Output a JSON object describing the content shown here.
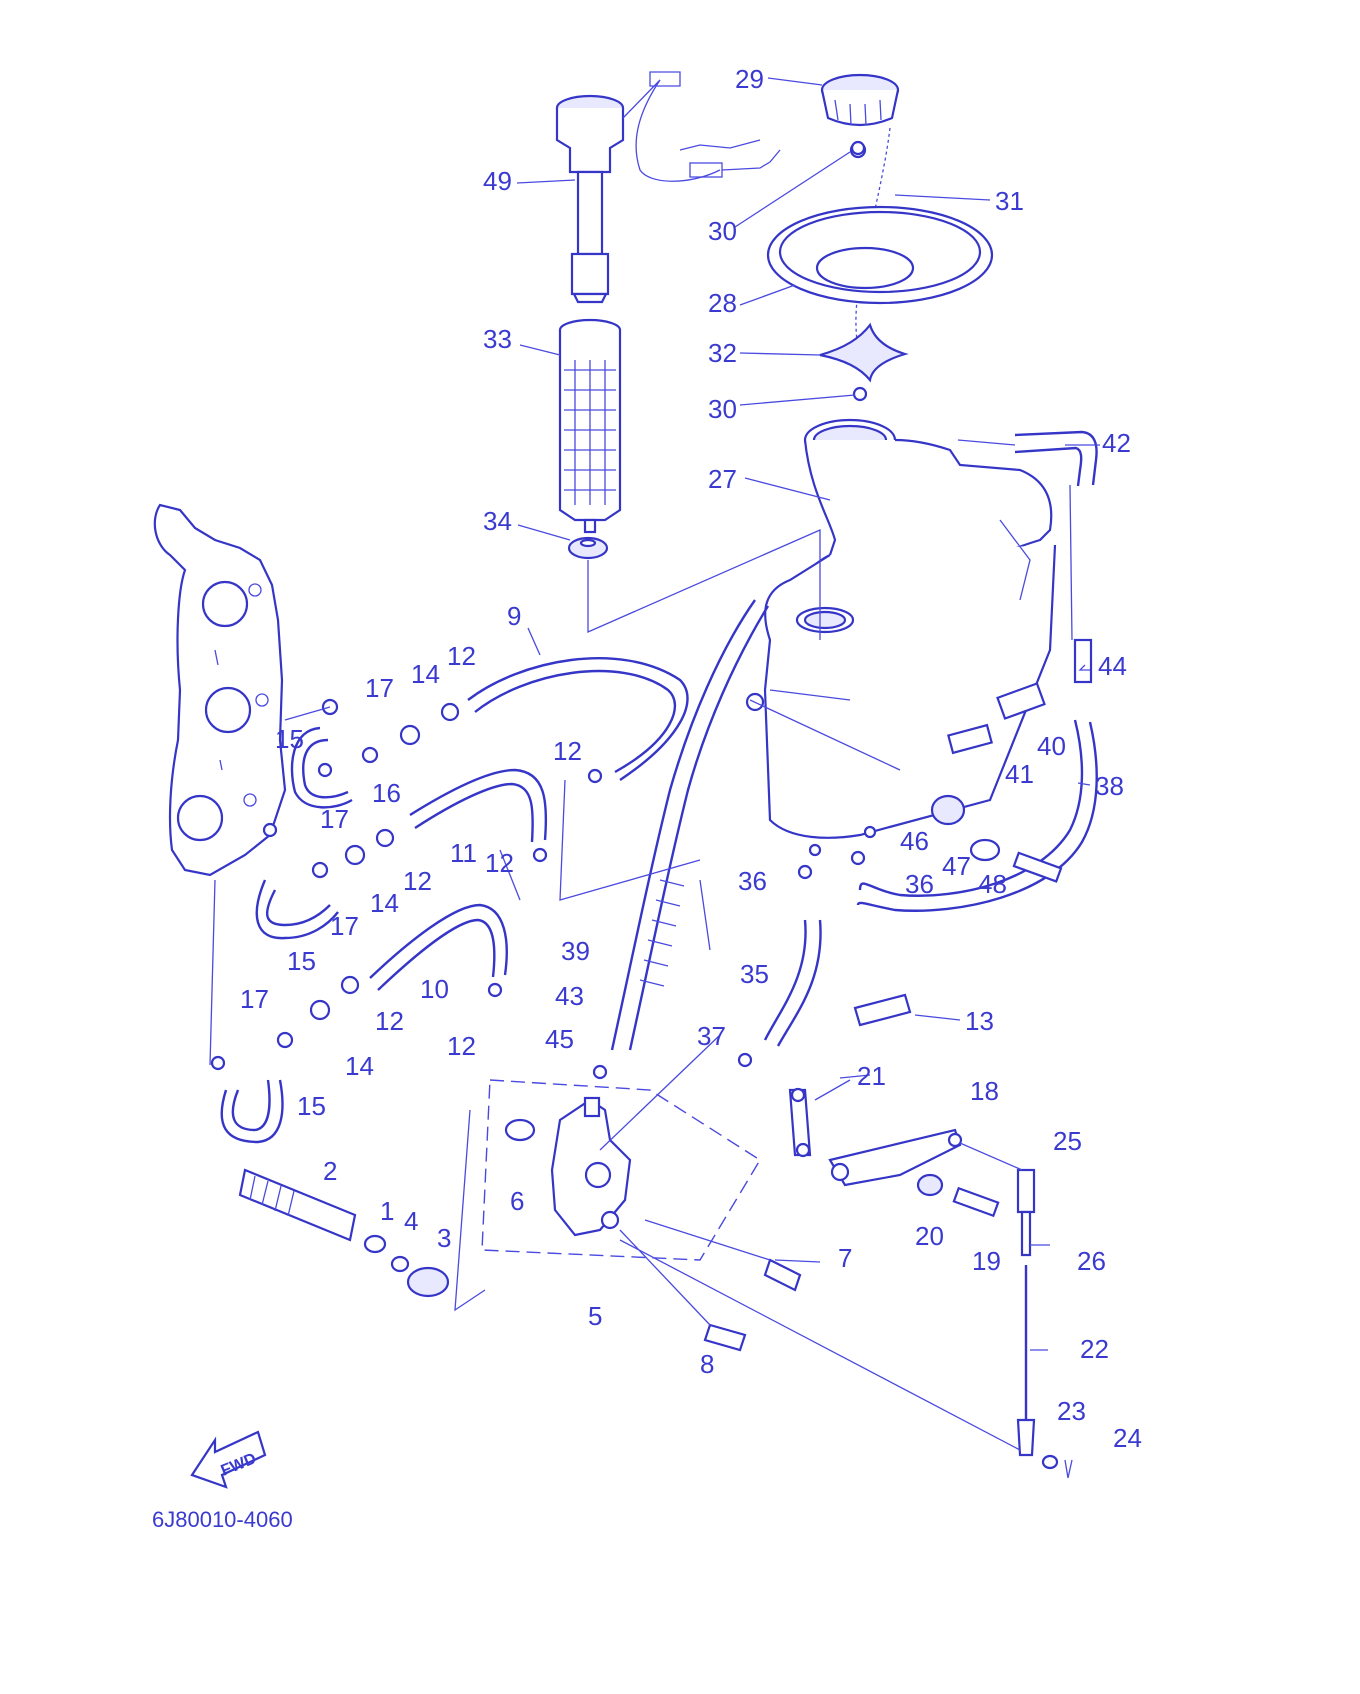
{
  "diagram": {
    "part_code": "6J80010-4060",
    "direction_label": "FWD",
    "part_labels": {
      "p1": "1",
      "p2": "2",
      "p3": "3",
      "p4": "4",
      "p5": "5",
      "p6": "6",
      "p7": "7",
      "p8": "8",
      "p9": "9",
      "p10": "10",
      "p11": "11",
      "p12a": "12",
      "p12b": "12",
      "p12c": "12",
      "p12d": "12",
      "p12e": "12",
      "p12f": "12",
      "p13": "13",
      "p14a": "14",
      "p14b": "14",
      "p14c": "14",
      "p15a": "15",
      "p15b": "15",
      "p15c": "15",
      "p16": "16",
      "p17a": "17",
      "p17b": "17",
      "p17c": "17",
      "p17d": "17",
      "p18": "18",
      "p19": "19",
      "p20": "20",
      "p21": "21",
      "p22": "22",
      "p23": "23",
      "p24": "24",
      "p25": "25",
      "p26": "26",
      "p27": "27",
      "p28": "28",
      "p29": "29",
      "p30a": "30",
      "p30b": "30",
      "p31": "31",
      "p32": "32",
      "p33": "33",
      "p34": "34",
      "p35": "35",
      "p36a": "36",
      "p36b": "36",
      "p37": "37",
      "p38": "38",
      "p39": "39",
      "p40": "40",
      "p41": "41",
      "p42": "42",
      "p43": "43",
      "p44": "44",
      "p45": "45",
      "p46": "46",
      "p47": "47",
      "p48": "48",
      "p49": "49"
    }
  }
}
